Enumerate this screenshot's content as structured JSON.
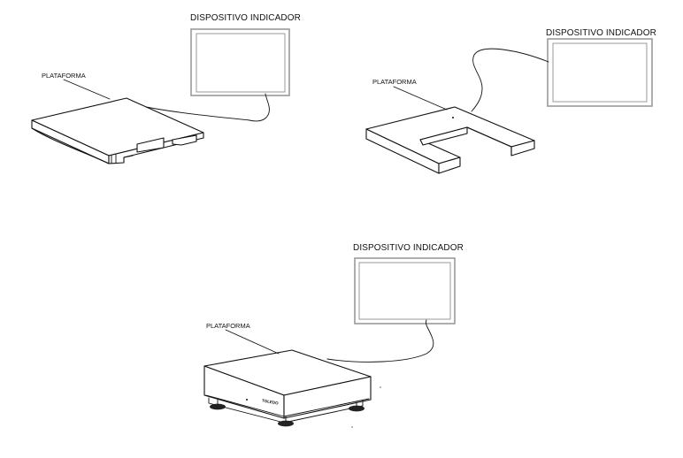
{
  "diagram": {
    "scenes": [
      {
        "id": "flat-platform",
        "indicator_label": "DISPOSITIVO INDICADOR",
        "platform_label": "PLATAFORMA"
      },
      {
        "id": "u-platform",
        "indicator_label": "DISPOSITIVO INDICADOR",
        "platform_label": "PLATAFORMA"
      },
      {
        "id": "bench-scale",
        "indicator_label": "DISPOSITIVO INDICADOR",
        "platform_label": "PLATAFORMA",
        "brand": "TOLEDO"
      }
    ]
  }
}
